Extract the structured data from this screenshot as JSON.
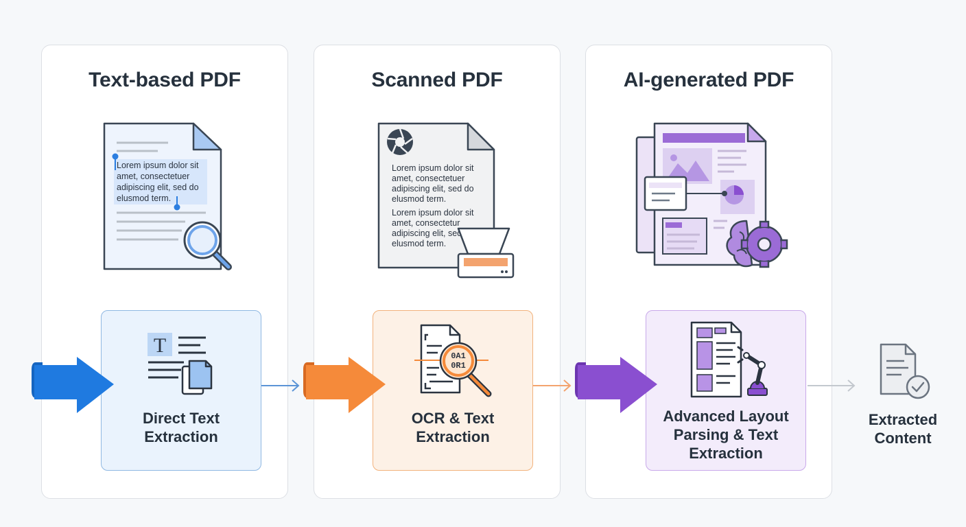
{
  "panels": [
    {
      "title": "Text-based PDF",
      "sample_text": [
        "Lorem ipsum dolor sit",
        "amet, consectetuer",
        "adipiscing elit, sed do",
        "elusmod term."
      ],
      "method_lines": [
        "Direct Text",
        "Extraction"
      ],
      "method_icon_glyph": "T",
      "accent": "#1f7ae0"
    },
    {
      "title": "Scanned PDF",
      "sample_text": [
        "Lorem ipsum dolor sit",
        "amet, consectetuer",
        "adipiscing elit, sed do",
        "elusmod term.",
        "Lorem ipsum dolor sit",
        "amet, consectetur",
        "adipiscing elit, sed",
        "elusmod term."
      ],
      "method_lines": [
        "OCR & Text",
        "Extraction"
      ],
      "method_icon_glyph": [
        "0A1",
        "0R1"
      ],
      "accent": "#f58a3a"
    },
    {
      "title": "AI-generated PDF",
      "method_lines": [
        "Advanced Layout",
        "Parsing & Text",
        "Extraction"
      ],
      "accent": "#8a4fd0"
    }
  ],
  "output": {
    "lines": [
      "Extracted",
      "Content"
    ],
    "icon": "document-check-icon"
  },
  "colors": {
    "blue": "#1f7ae0",
    "orange": "#f58a3a",
    "purple": "#8a4fd0",
    "gray": "#c3c8ce"
  }
}
